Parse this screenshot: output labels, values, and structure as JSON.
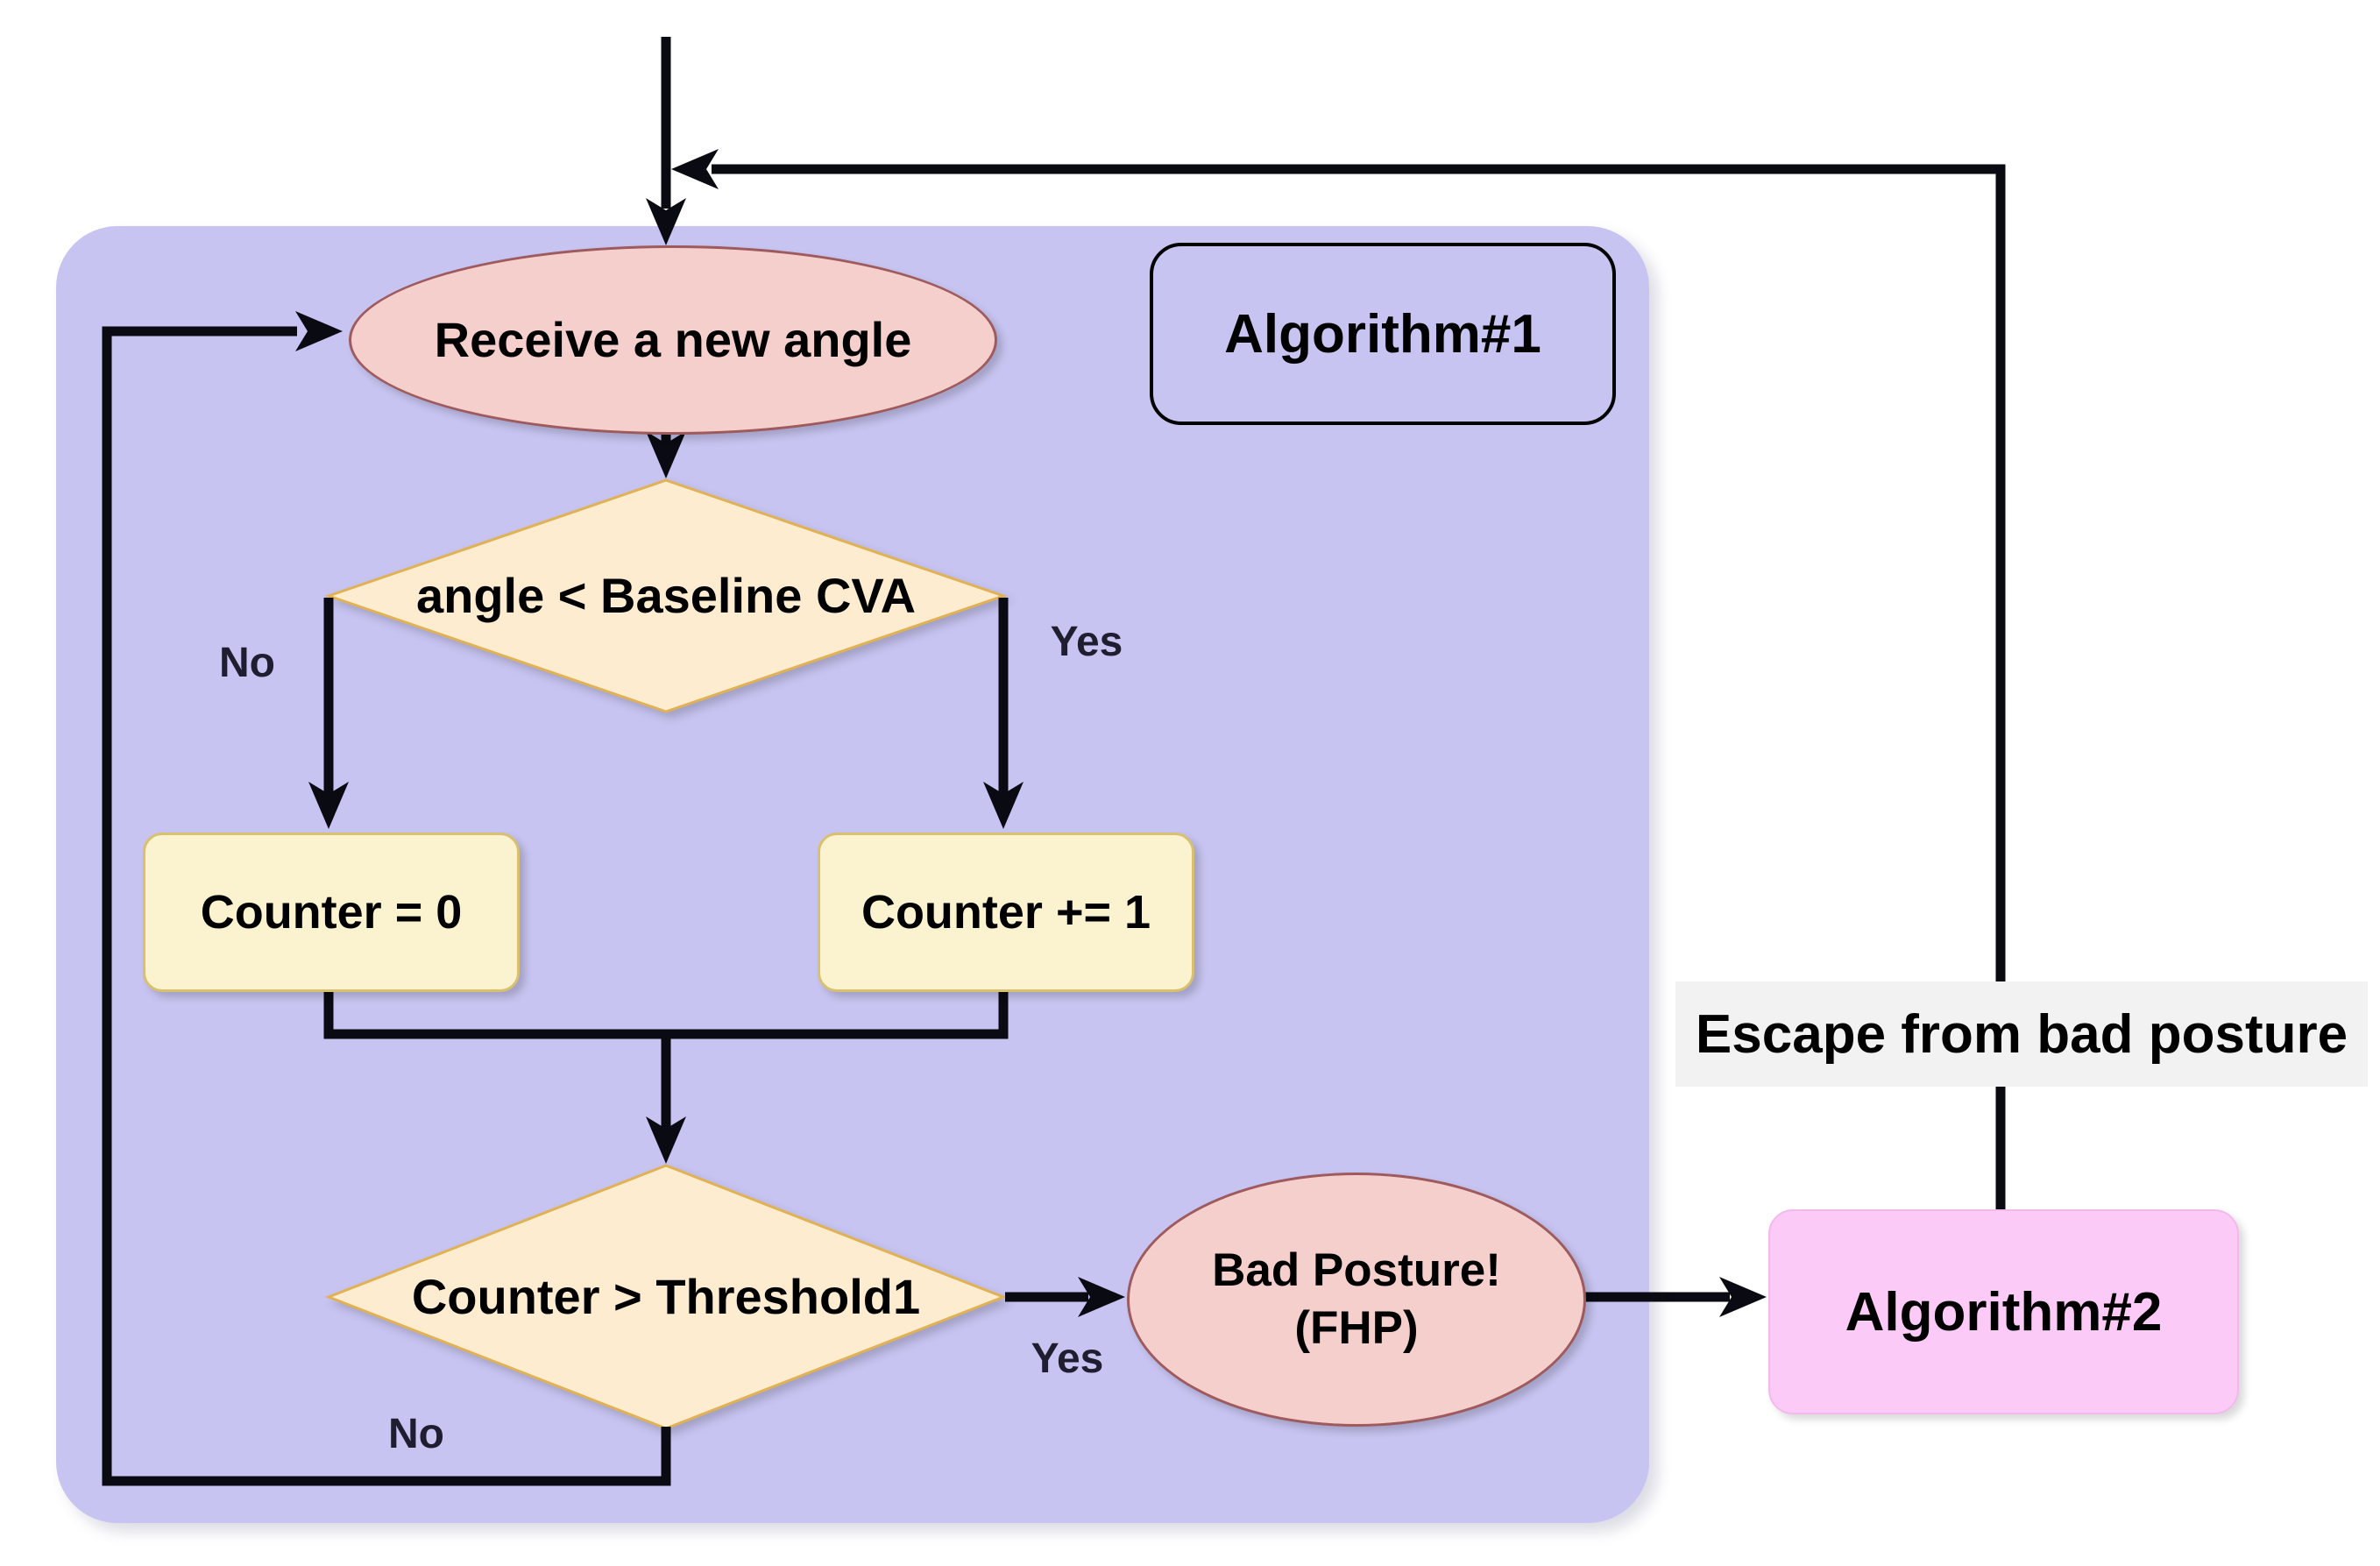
{
  "flowchart": {
    "outer_region_label": "Algorithm#1",
    "nodes": {
      "receive_angle": {
        "type": "terminator",
        "label": "Receive a new angle"
      },
      "check_angle": {
        "type": "decision",
        "label": "angle < Baseline CVA"
      },
      "counter_reset": {
        "type": "process",
        "label": "Counter = 0"
      },
      "counter_increment": {
        "type": "process",
        "label": "Counter += 1"
      },
      "check_counter": {
        "type": "decision",
        "label": "Counter > Threshold1"
      },
      "bad_posture": {
        "type": "terminator",
        "label": "Bad Posture! (FHP)",
        "line1": "Bad Posture!",
        "line2": "(FHP)"
      },
      "algorithm2": {
        "type": "external",
        "label": "Algorithm#2"
      }
    },
    "edges": [
      {
        "from": "start",
        "to": "receive_angle",
        "label": ""
      },
      {
        "from": "receive_angle",
        "to": "check_angle",
        "label": ""
      },
      {
        "from": "check_angle",
        "to": "counter_reset",
        "label": "No"
      },
      {
        "from": "check_angle",
        "to": "counter_increment",
        "label": "Yes"
      },
      {
        "from": "counter_reset",
        "to": "check_counter",
        "label": ""
      },
      {
        "from": "counter_increment",
        "to": "check_counter",
        "label": ""
      },
      {
        "from": "check_counter",
        "to": "bad_posture",
        "label": "Yes"
      },
      {
        "from": "check_counter",
        "to": "receive_angle",
        "label": "No"
      },
      {
        "from": "bad_posture",
        "to": "algorithm2",
        "label": ""
      },
      {
        "from": "algorithm2",
        "to": "receive_angle",
        "label": "Escape from bad posture"
      }
    ],
    "colors": {
      "container_fill": "#c7c4f1",
      "terminator_fill": "#f5cfcc",
      "terminator_stroke": "#9e5a5c",
      "decision_fill": "#fdecd0",
      "decision_stroke": "#e1b254",
      "process_fill": "#fbf2d0",
      "process_stroke": "#d8c06e",
      "algorithm2_fill": "#fccaf7",
      "connector": "#0a0a12",
      "escape_label_background": "#f2f2f2"
    }
  }
}
